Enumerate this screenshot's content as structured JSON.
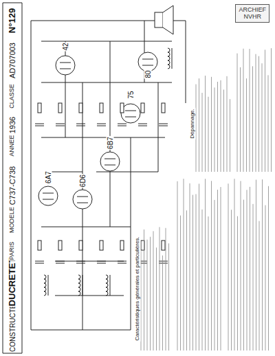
{
  "diagram": {
    "nodes": [
      {
        "text": [
          "ARCHIEF",
          "NVHR"
        ]
      }
    ],
    "labels": [
      "CONSTRUCTEUR",
      "DUCRETET",
      "PARIS",
      "MODELE",
      "C737-C738",
      "ANNEE",
      "1936",
      "CLASSE",
      "AD707003",
      "N°129",
      "6A7",
      "6D6",
      "6B7",
      "75",
      "42",
      "80",
      "Caractéristiques générales et particulières.",
      "Dépannage."
    ]
  }
}
